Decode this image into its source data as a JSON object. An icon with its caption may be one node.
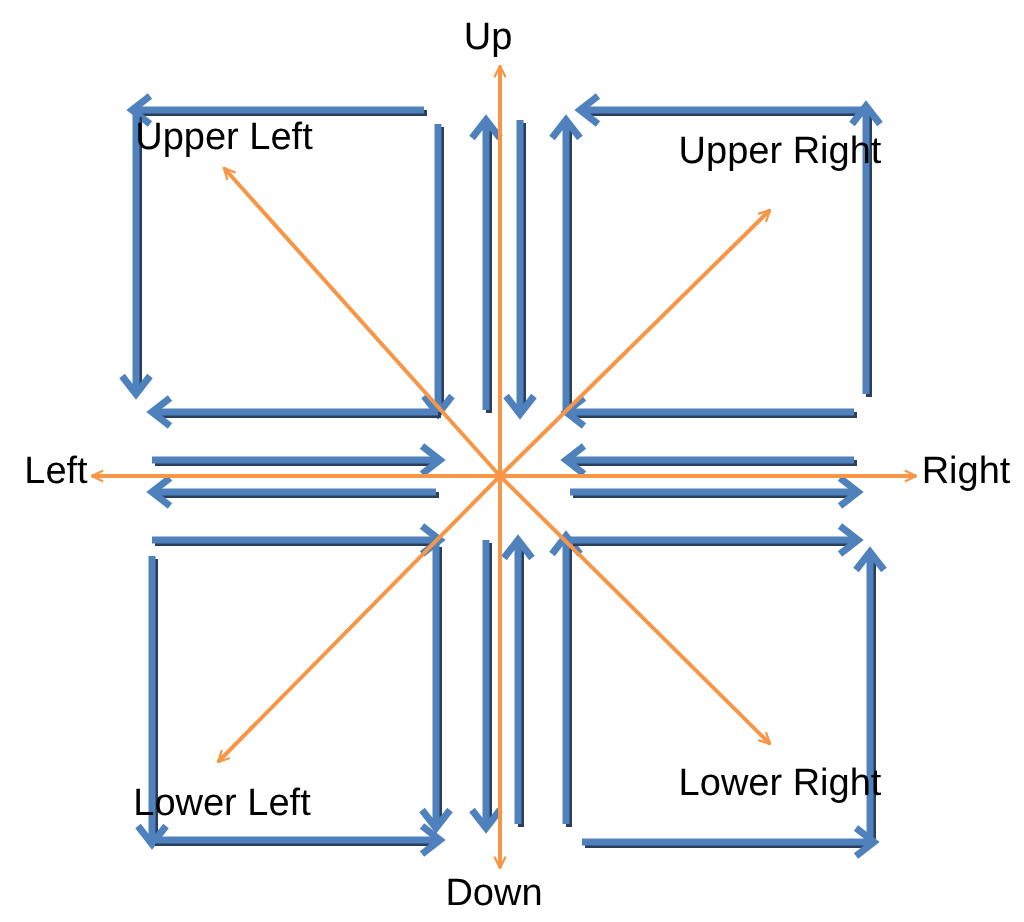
{
  "diagram": {
    "nodes": [
      {
        "text": [
          "Up"
        ]
      },
      {
        "text": [
          "Upper Left"
        ]
      },
      {
        "text": [
          "Upper Right"
        ]
      },
      {
        "text": [
          "Left"
        ]
      },
      {
        "text": [
          "Right"
        ]
      },
      {
        "text": [
          "Lower Left"
        ]
      },
      {
        "text": [
          "Lower Right"
        ]
      },
      {
        "text": [
          "Down"
        ]
      }
    ],
    "edges": [
      {
        "from": null,
        "to": 0,
        "arrow": "to"
      },
      {
        "from": null,
        "to": 1,
        "arrow": "to"
      },
      {
        "from": null,
        "to": 2,
        "arrow": "to"
      },
      {
        "from": null,
        "to": 3,
        "arrow": "to"
      },
      {
        "from": null,
        "to": 4,
        "arrow": "to"
      },
      {
        "from": null,
        "to": 5,
        "arrow": "to"
      },
      {
        "from": null,
        "to": 6,
        "arrow": "to"
      },
      {
        "from": null,
        "to": 7,
        "arrow": "to"
      }
    ]
  }
}
